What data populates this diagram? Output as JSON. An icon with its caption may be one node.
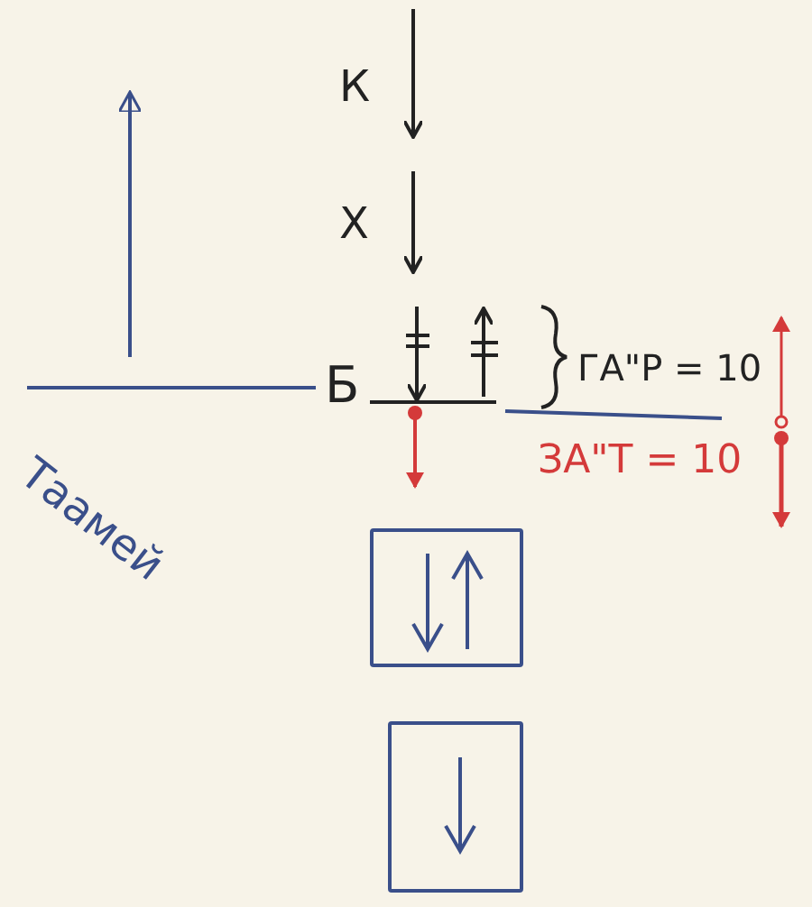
{
  "diagram": {
    "nodes": [
      {
        "text": [],
        "shape": "box"
      },
      {
        "text": [],
        "shape": "box"
      }
    ],
    "labels": [
      "К",
      "Х",
      "Б",
      "ГА\"Р = 10",
      "ЗА\"Т = 10",
      "Таамей"
    ]
  }
}
